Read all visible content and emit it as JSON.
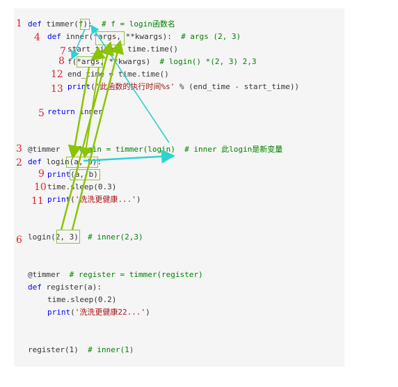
{
  "code": {
    "l1_kw": "def",
    "l1_code": " timmer(f):  ",
    "l1_cm": "# f = login函数名",
    "l2_kw": "def",
    "l2_code": " inner(*args, **kwargs):  ",
    "l2_cm": "# args (2, 3)",
    "l3_code": "start_time = time.time()",
    "l4_code": "f(*args, **kwargs)  ",
    "l4_cm": "# login() *(2, 3) 2,3",
    "l5_code": "end_time = time.time()",
    "l6_fn": "print",
    "l6_open": "(",
    "l6_str": "'此函数的执行时间%s'",
    "l6_rest": " % (end_time - start_time))",
    "l7_kw": "return",
    "l7_code": " inner",
    "l8_code": "@timmer  ",
    "l8_cm": "# login = timmer(login)  # inner 此login是新变量",
    "l9_kw": "def",
    "l9_code": " login(a, b):",
    "l10_fn": "print",
    "l10_code": "(a, b)",
    "l11_code": "time.sleep(0.3)",
    "l12_fn": "print",
    "l12_open": "(",
    "l12_str": "'洗洗更健康...'",
    "l12_close": ")",
    "l13_code": "login(2, 3)  ",
    "l13_cm": "# inner(2,3)",
    "l14_code": "@timmer  ",
    "l14_cm": "# register = timmer(register)",
    "l15_kw": "def",
    "l15_code": " register(a):",
    "l16_code": "time.sleep(0.2)",
    "l17_fn": "print",
    "l17_open": "(",
    "l17_str": "'洗洗更健康22...'",
    "l17_close": ")",
    "l18_code": "register(1)  ",
    "l18_cm": "# inner(1)"
  },
  "annotations": {
    "n1": "1",
    "n4": "4",
    "n7": "7",
    "n8": "8",
    "n12": "12",
    "n13": "13",
    "n5": "5",
    "n3": "3",
    "n2": "2",
    "n9": "9",
    "n10": "10",
    "n11": "11",
    "n6": "6"
  },
  "colors": {
    "annotation": "#e0202a",
    "arrow_green": "#8bc400",
    "arrow_cyan": "#2bd3d3",
    "keyword": "#0000ff",
    "comment": "#008000",
    "string": "#a31515"
  }
}
